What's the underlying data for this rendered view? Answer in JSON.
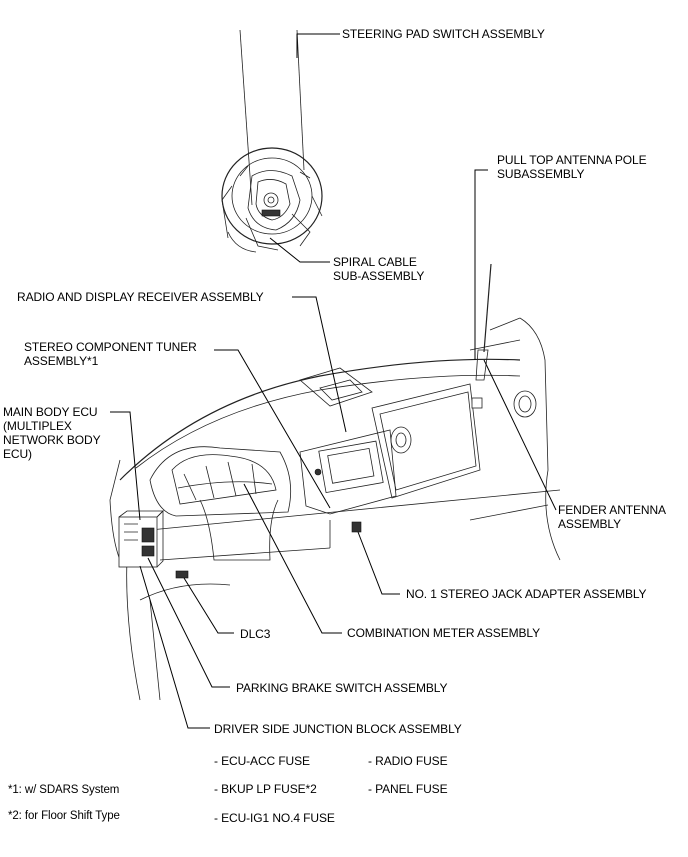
{
  "labels": {
    "steering_pad": "STEERING PAD SWITCH ASSEMBLY",
    "pull_top_antenna": "PULL TOP ANTENNA POLE\nSUBASSEMBLY",
    "spiral_cable": "SPIRAL CABLE\nSUB-ASSEMBLY",
    "radio_receiver": "RADIO AND DISPLAY RECEIVER ASSEMBLY",
    "stereo_tuner": "STEREO COMPONENT TUNER\nASSEMBLY*1",
    "main_body_ecu": "MAIN BODY ECU\n(MULTIPLEX\nNETWORK BODY\nECU)",
    "fender_antenna": "FENDER ANTENNA\nASSEMBLY",
    "stereo_jack": "NO. 1 STEREO JACK ADAPTER ASSEMBLY",
    "dlc3": "DLC3",
    "combination_meter": "COMBINATION METER ASSEMBLY",
    "parking_brake": "PARKING BRAKE SWITCH ASSEMBLY",
    "junction_block": "DRIVER SIDE JUNCTION BLOCK ASSEMBLY"
  },
  "fuses": {
    "ecu_acc": "- ECU-ACC FUSE",
    "radio": "- RADIO FUSE",
    "bkup_lp": "- BKUP LP FUSE*2",
    "panel": "- PANEL FUSE",
    "ecu_ig1": "- ECU-IG1 NO.4 FUSE"
  },
  "notes": {
    "note1": "*1: w/ SDARS System",
    "note2": "*2: for Floor Shift Type"
  }
}
